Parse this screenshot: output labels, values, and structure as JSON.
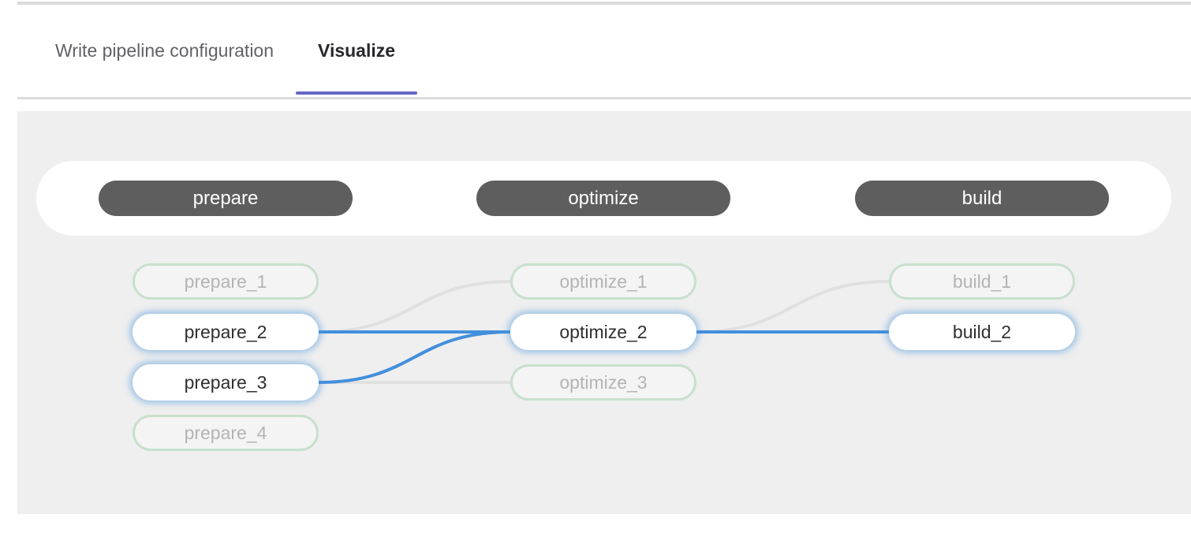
{
  "tabs": {
    "items": [
      {
        "label": "Write pipeline configuration",
        "active": false
      },
      {
        "label": "Visualize",
        "active": true
      }
    ]
  },
  "pipeline": {
    "stages": [
      {
        "name": "prepare",
        "jobs": [
          {
            "name": "prepare_1",
            "highlighted": false
          },
          {
            "name": "prepare_2",
            "highlighted": true
          },
          {
            "name": "prepare_3",
            "highlighted": true
          },
          {
            "name": "prepare_4",
            "highlighted": false
          }
        ]
      },
      {
        "name": "optimize",
        "jobs": [
          {
            "name": "optimize_1",
            "highlighted": false
          },
          {
            "name": "optimize_2",
            "highlighted": true
          },
          {
            "name": "optimize_3",
            "highlighted": false
          }
        ]
      },
      {
        "name": "build",
        "jobs": [
          {
            "name": "build_1",
            "highlighted": false
          },
          {
            "name": "build_2",
            "highlighted": true
          }
        ]
      }
    ],
    "links": [
      {
        "from": "prepare_2",
        "to": "optimize_1",
        "highlighted": false
      },
      {
        "from": "prepare_3",
        "to": "optimize_3",
        "highlighted": false
      },
      {
        "from": "optimize_2",
        "to": "build_1",
        "highlighted": false
      },
      {
        "from": "prepare_2",
        "to": "optimize_2",
        "highlighted": true
      },
      {
        "from": "prepare_3",
        "to": "optimize_2",
        "highlighted": true
      },
      {
        "from": "optimize_2",
        "to": "build_2",
        "highlighted": true
      }
    ],
    "colors": {
      "accent_underline": "#6666c4",
      "stage_pill_bg": "#5e5e5e",
      "link_highlight": "#428fdc",
      "link_dim": "#e0e0e0",
      "node_dim_border": "#c7e0cd",
      "panel_bg": "#efefef"
    }
  }
}
